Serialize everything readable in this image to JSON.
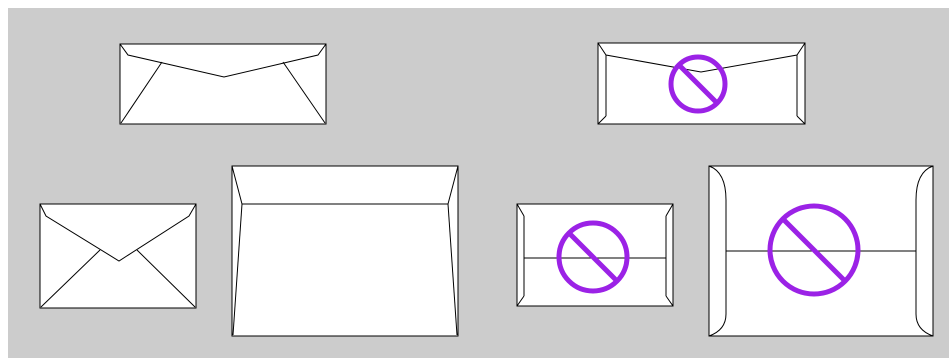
{
  "colors": {
    "background": "#cccccc",
    "envelope": "#ffffff",
    "outline": "#000000",
    "prohibited": "#9b22e6"
  },
  "illustrations": [
    {
      "name": "business-envelope-flap-down",
      "allowed": true,
      "icon": "none"
    },
    {
      "name": "business-envelope-flap-open",
      "allowed": false,
      "icon": "prohibited-icon"
    },
    {
      "name": "small-envelope-flap-down",
      "allowed": true,
      "icon": "none"
    },
    {
      "name": "large-envelope-flap-down",
      "allowed": true,
      "icon": "none"
    },
    {
      "name": "small-envelope-flap-open",
      "allowed": false,
      "icon": "prohibited-icon"
    },
    {
      "name": "large-envelope-flap-open",
      "allowed": false,
      "icon": "prohibited-icon"
    }
  ]
}
